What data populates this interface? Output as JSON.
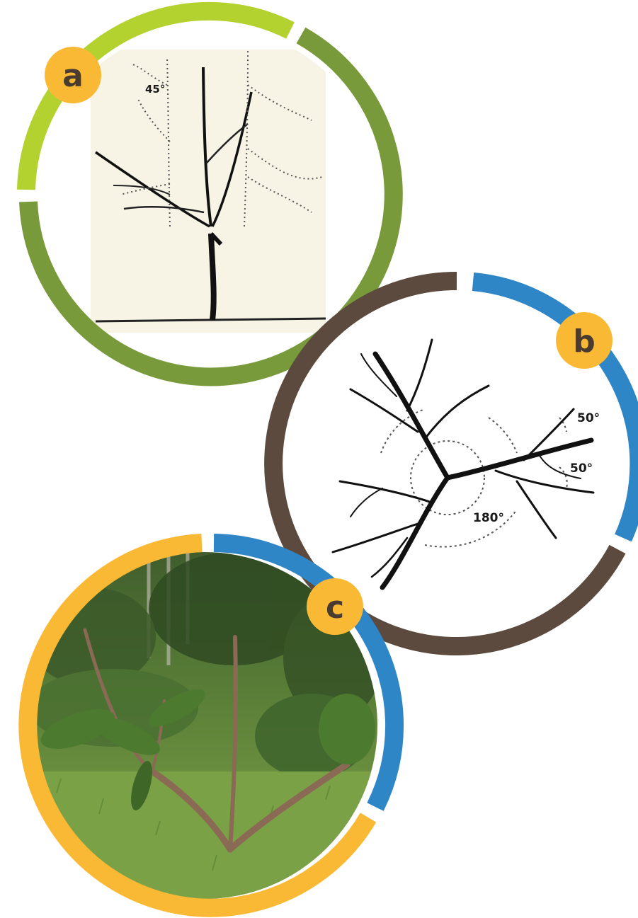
{
  "panels": [
    {
      "letter": "a",
      "angle_labels": [
        "45°"
      ],
      "ring_colors": [
        "#b3d12f",
        "#789a3b"
      ]
    },
    {
      "letter": "b",
      "angle_labels": [
        "50°",
        "50°",
        "180°"
      ],
      "ring_colors": [
        "#2f86c7",
        "#5b4a3d"
      ]
    },
    {
      "letter": "c",
      "angle_labels": [],
      "ring_colors": [
        "#2f86c7",
        "#f9b934"
      ]
    }
  ],
  "badge_color": "#f9b934"
}
